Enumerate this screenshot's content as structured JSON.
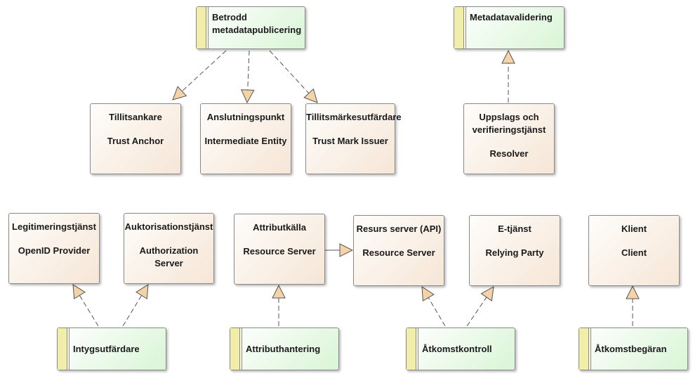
{
  "components": {
    "betrodd": "Betrodd metadatapublicering",
    "metadatavalidering": "Metadatavalidering",
    "intygsutfardare": "Intygsutfärdare",
    "attributhantering": "Attributhantering",
    "atkomstkontroll": "Åtkomstkontroll",
    "atkomstbegaran": "Åtkomstbegäran"
  },
  "nodes": {
    "tillitsankare": {
      "l1": "Tillitsankare",
      "l2": "Trust Anchor"
    },
    "anslutningspunkt": {
      "l1": "Anslutningspunkt",
      "l2": "Intermediate Entity"
    },
    "tillitsmarke": {
      "l1": "Tillitsmärkesutfärdare",
      "l2": "Trust Mark Issuer"
    },
    "uppslags": {
      "l1": "Uppslags och verifieringstjänst",
      "l2": "Resolver"
    },
    "legitimering": {
      "l1": "Legitimeringstjänst",
      "l2": "OpenID Provider"
    },
    "auktorisation": {
      "l1": "Auktorisationstjänst",
      "l2": "Authorization Server"
    },
    "attributkalla": {
      "l1": "Attributkälla",
      "l2": "Resource Server"
    },
    "resurs": {
      "l1": "Resurs server (API)",
      "l2": "Resource Server"
    },
    "etjanst": {
      "l1": "E-tjänst",
      "l2": "Relying Party"
    },
    "klient": {
      "l1": "Klient",
      "l2": "Client"
    }
  },
  "colors": {
    "node_fill_start": "#fefdfb",
    "node_fill_end": "#f6e6d6",
    "component_fill_end": "#d9f5d6",
    "component_bar": "#f1eeaa",
    "arrowhead_fill": "#f5d3a8",
    "line": "#555555"
  }
}
